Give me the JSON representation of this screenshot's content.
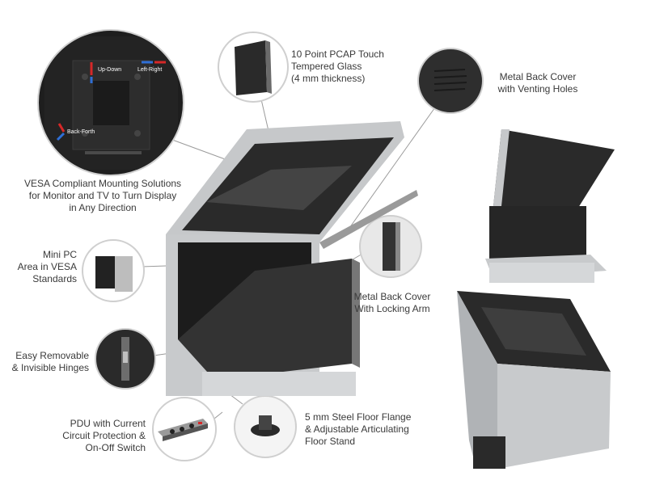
{
  "callouts": {
    "vesa_mount": "VESA Compliant Mounting Solutions\nfor Monitor and TV to Turn Display\nin Any Direction",
    "touch_glass": "10 Point PCAP Touch\nTempered Glass\n(4 mm thickness)",
    "back_cover_vent": "Metal Back Cover\nwith Venting Holes",
    "mini_pc": "Mini PC\nArea in VESA\nStandards",
    "back_cover_arm": "Metal Back Cover\nWith Locking Arm",
    "hinges": "Easy Removable\n& Invisible Hinges",
    "pdu": "PDU with Current\nCircuit Protection &\nOn-Off Switch",
    "floor_flange": "5 mm Steel Floor Flange\n& Adjustable Articulating\nFloor Stand"
  },
  "mount_arrows": {
    "up_down": "Up-Down",
    "left_right": "Left-Right",
    "back_forth": "Back-Forth"
  },
  "colors": {
    "arrow_red": "#d62828",
    "arrow_blue": "#2f6fd6",
    "steel": "#b9bcbf",
    "dark_panel": "#2b2b2b"
  }
}
